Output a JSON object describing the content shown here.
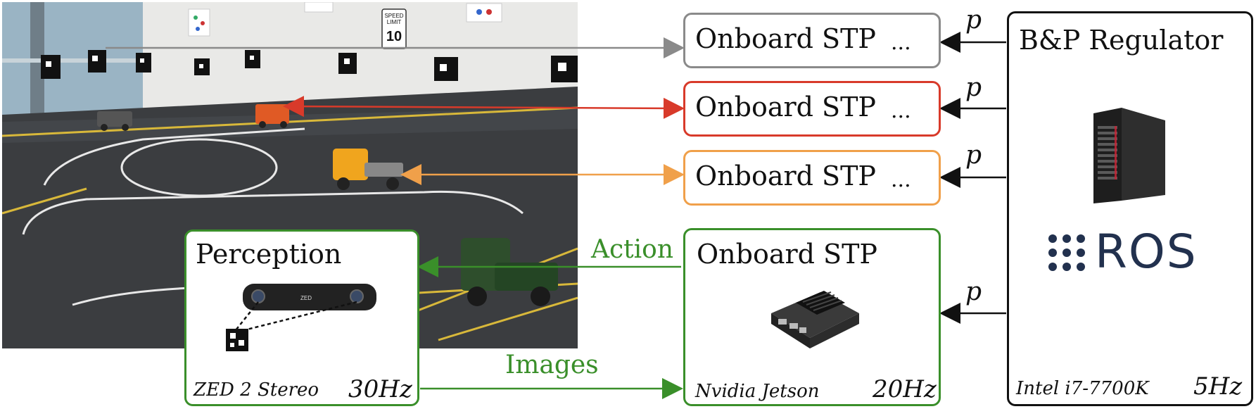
{
  "colors": {
    "gray": "#8a8a8a",
    "red": "#d83a2a",
    "orange": "#f0a04a",
    "green": "#3a8f2a",
    "black": "#111111",
    "ros_blue": "#22314e"
  },
  "stp_boxes": [
    {
      "title": "Onboard STP",
      "dots": "...",
      "color": "gray",
      "p": "p"
    },
    {
      "title": "Onboard STP",
      "dots": "...",
      "color": "red",
      "p": "p"
    },
    {
      "title": "Onboard STP",
      "dots": "...",
      "color": "orange",
      "p": "p"
    }
  ],
  "jetson_box": {
    "title": "Onboard STP",
    "hardware": "Nvidia Jetson",
    "rate": "20Hz",
    "p": "p",
    "icon": "nvidia-jetson-board-icon"
  },
  "perception_box": {
    "title": "Perception",
    "hardware": "ZED 2 Stereo",
    "rate": "30Hz",
    "camera_brand": "ZED",
    "icon": "stereo-camera-icon"
  },
  "regulator_box": {
    "title": "B&P Regulator",
    "hardware": "Intel i7-7700K",
    "rate": "5Hz",
    "logo_text": "ROS",
    "icon": "server-tower-icon"
  },
  "edge_labels": {
    "action": "Action",
    "images": "Images"
  },
  "photo": {
    "sign_line1": "SPEED",
    "sign_line2": "LIMIT",
    "sign_value": "10"
  }
}
